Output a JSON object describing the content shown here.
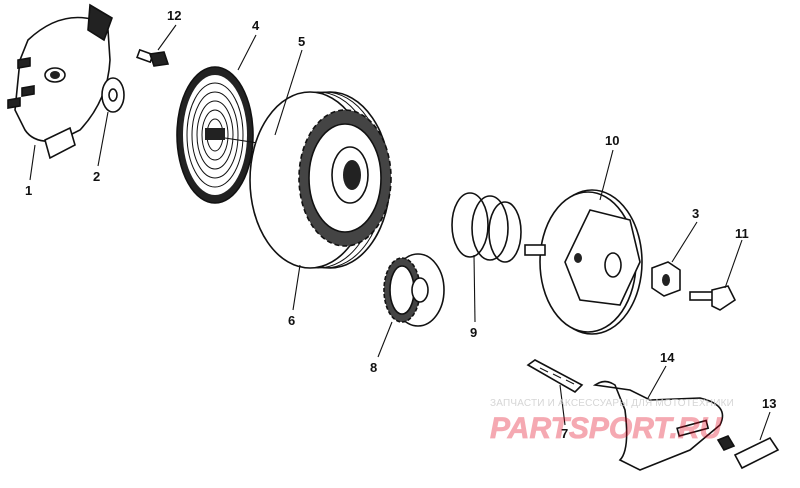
{
  "callouts": {
    "p1": "1",
    "p2": "2",
    "p3": "3",
    "p4": "4",
    "p5": "5",
    "p6": "6",
    "p7": "7",
    "p8": "8",
    "p9": "9",
    "p10": "10",
    "p11": "11",
    "p12": "12",
    "p13": "13",
    "p14": "14"
  },
  "watermark": {
    "text": "ЗАПЧАСТИ И АКСЕССУАРЫ ДЛЯ МОТОТЕХНИКИ",
    "brand": "PARTSPORT.RU",
    "color": "#e0001b"
  }
}
